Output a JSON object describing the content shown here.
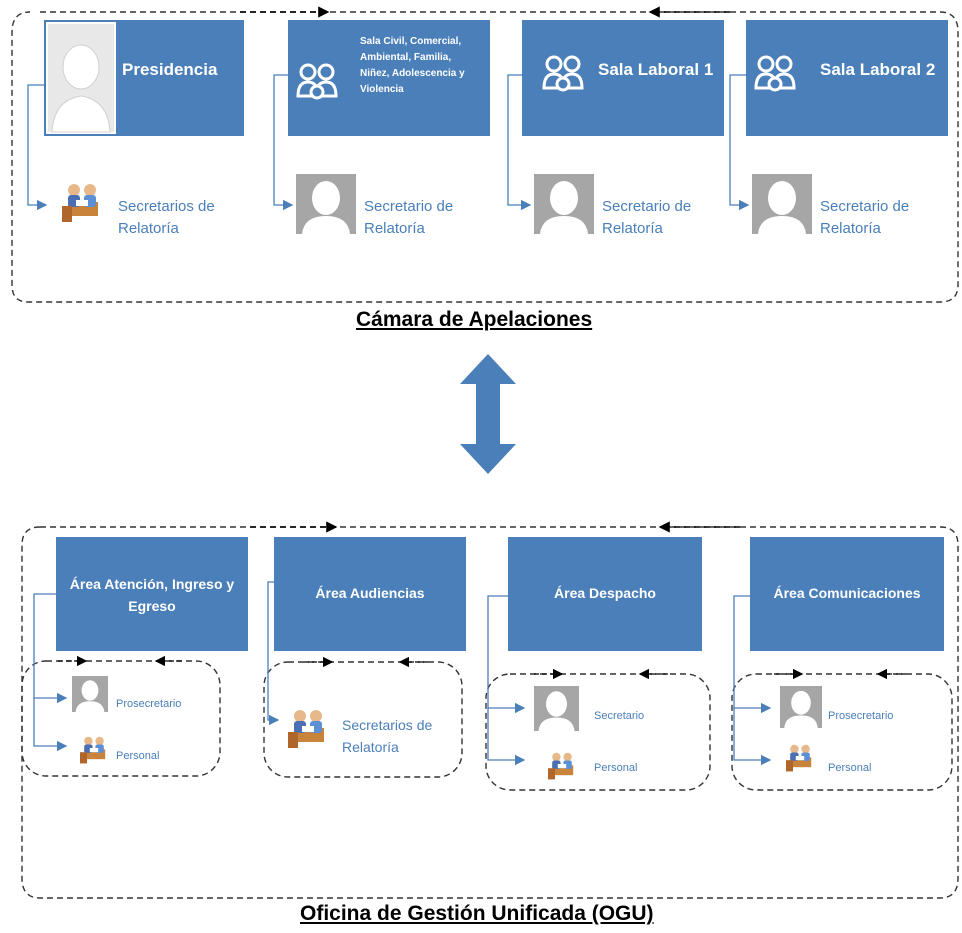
{
  "camara": {
    "title": "Cámara de Apelaciones",
    "units": [
      {
        "name": "Presidencia",
        "icon": "person-silhouette-icon",
        "sub": [
          "Secretarios de",
          "Relatoría"
        ],
        "sub_icon": "meeting-people-icon"
      },
      {
        "name": "Sala Civil, Comercial, Ambiental, Familia, Niñez, Adolescencia y Violencia",
        "name_lines": [
          "Sala Civil, Comercial,",
          "Ambiental, Familia,",
          "Niñez, Adolescencia y",
          "Violencia"
        ],
        "icon": "two-people-icon",
        "sub": [
          "Secretario de",
          "Relatoría"
        ],
        "sub_icon": "person-silhouette-icon"
      },
      {
        "name": "Sala Laboral 1",
        "icon": "two-people-icon",
        "sub": [
          "Secretario de",
          "Relatoría"
        ],
        "sub_icon": "person-silhouette-icon"
      },
      {
        "name": "Sala Laboral 2",
        "icon": "two-people-icon",
        "sub": [
          "Secretario de",
          "Relatoría"
        ],
        "sub_icon": "person-silhouette-icon"
      }
    ]
  },
  "ogu": {
    "title": "Oficina de Gestión Unificada (OGU)",
    "areas": [
      {
        "name_lines": [
          "Área Atención, Ingreso y",
          "Egreso"
        ],
        "items": [
          {
            "label": "Prosecretario",
            "icon": "person-silhouette-icon"
          },
          {
            "label": "Personal",
            "icon": "meeting-people-icon"
          }
        ]
      },
      {
        "name_lines": [
          "Área Audiencias"
        ],
        "items": [
          {
            "label": "Secretarios de Relatoría",
            "lines": [
              "Secretarios de",
              "Relatoría"
            ],
            "icon": "meeting-people-icon"
          }
        ]
      },
      {
        "name_lines": [
          "Área Despacho"
        ],
        "items": [
          {
            "label": "Secretario",
            "icon": "person-silhouette-icon"
          },
          {
            "label": "Personal",
            "icon": "meeting-people-icon"
          }
        ]
      },
      {
        "name_lines": [
          "Área Comunicaciones"
        ],
        "items": [
          {
            "label": "Prosecretario",
            "icon": "person-silhouette-icon"
          },
          {
            "label": "Personal",
            "icon": "meeting-people-icon"
          }
        ]
      }
    ]
  },
  "colors": {
    "box": "#4a7fb9",
    "text_blue": "#4a7fb9",
    "icon_gray": "#a6a6a6",
    "arrow": "#4a7fb9"
  }
}
